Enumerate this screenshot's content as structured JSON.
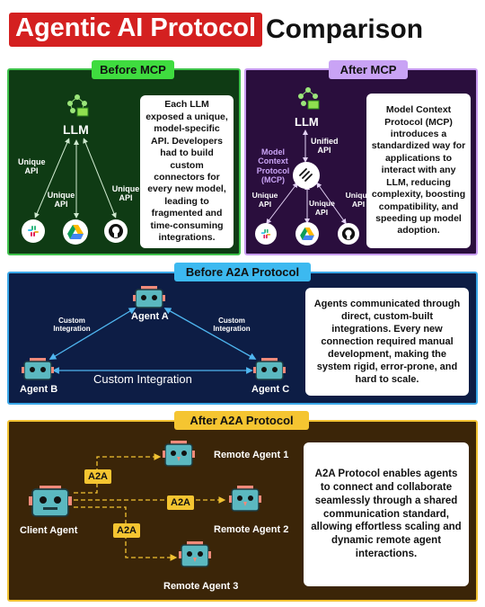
{
  "title": {
    "highlight": "Agentic AI Protocol",
    "rest": "Comparison"
  },
  "before_mcp": {
    "badge": "Before MCP",
    "llm": "LLM",
    "api_left": "Unique API",
    "api_mid": "Unique API",
    "api_right": "Unique API",
    "description": "Each LLM exposed a unique, model-specific API. Developers had to build custom connectors for every new model, leading to fragmented and time-consuming integrations.",
    "colors": {
      "bg": "#0f3b14",
      "border": "#3ec24b",
      "badge": "#3fdc3f"
    }
  },
  "after_mcp": {
    "badge": "After MCP",
    "llm": "LLM",
    "unified_api": "Unified API",
    "mcp_label": "Model Context Protocol (MCP)",
    "api_left": "Unique API",
    "api_mid": "Unique API",
    "api_right": "Unique API",
    "description": "Model Context Protocol (MCP) introduces a standardized way for applications to interact with any LLM, reducing complexity, boosting compatibility, and speeding up model adoption.",
    "colors": {
      "bg": "#2a0e3d",
      "border": "#c79bf0",
      "badge": "#c9a3f5"
    }
  },
  "before_a2a": {
    "badge": "Before A2A Protocol",
    "agent_a": "Agent A",
    "agent_b": "Agent B",
    "agent_c": "Agent C",
    "custom_left": "Custom Integration",
    "custom_right": "Custom Integration",
    "custom_bottom": "Custom Integration",
    "description": "Agents communicated through direct, custom-built integrations. Every new connection required manual development, making the system rigid, error-prone, and hard to scale.",
    "colors": {
      "bg": "#0d1d45",
      "border": "#3aa7e8",
      "badge": "#3cb9f0"
    }
  },
  "after_a2a": {
    "badge": "After A2A Protocol",
    "client_agent": "Client Agent",
    "remote_1": "Remote Agent 1",
    "remote_2": "Remote Agent 2",
    "remote_3": "Remote Agent 3",
    "tag_1": "A2A",
    "tag_2": "A2A",
    "tag_3": "A2A",
    "description": "A2A Protocol enables agents to connect and collaborate seamlessly through a shared communication standard, allowing effortless scaling and dynamic remote agent interactions.",
    "colors": {
      "bg": "#3b2508",
      "border": "#f1c232",
      "badge": "#f5c531"
    }
  },
  "icons": [
    "llm-network-icon",
    "slack-icon",
    "google-drive-icon",
    "github-icon",
    "mcp-icon",
    "robot-agent-icon"
  ]
}
